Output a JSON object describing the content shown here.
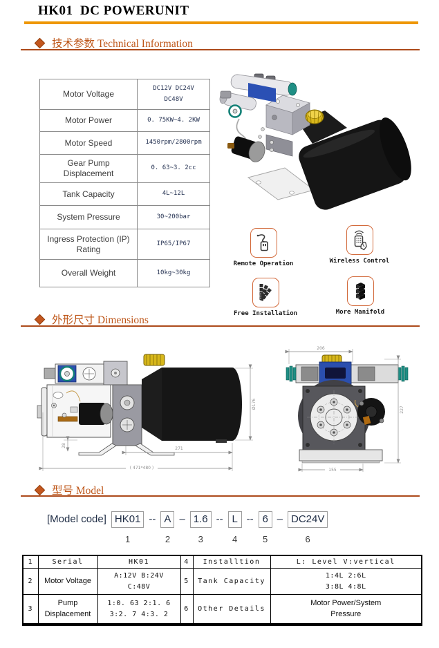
{
  "page": {
    "title": "HK01  DC POWERUNIT"
  },
  "sections": {
    "tech": {
      "cn": "技术参数",
      "en": "Technical Information"
    },
    "dims": {
      "cn": "外形尺寸",
      "en": "Dimensions"
    },
    "model": {
      "cn": "型号",
      "en": "Model"
    }
  },
  "spec_table": {
    "rows": [
      {
        "label": "Motor Voltage",
        "value": "DC12V DC24V\nDC48V"
      },
      {
        "label": "Motor Power",
        "value": "0. 75KW~4. 2KW"
      },
      {
        "label": "Motor Speed",
        "value": "1450rpm/2800rpm"
      },
      {
        "label": "Gear Pump Displacement",
        "value": "0. 63~3. 2cc"
      },
      {
        "label": "Tank Capacity",
        "value": "4L~12L"
      },
      {
        "label": "System Pressure",
        "value": "30~200bar"
      },
      {
        "label": "Ingress Protection (IP) Rating",
        "value": "IP65/IP67"
      },
      {
        "label": "Overall Weight",
        "value": "10kg~30kg"
      }
    ]
  },
  "features": [
    {
      "icon": "usb-plug-icon",
      "label": "Remote Operation"
    },
    {
      "icon": "remote-control-icon",
      "label": "Wireless Control"
    },
    {
      "icon": "color-swatches-icon",
      "label": "Free Installation"
    },
    {
      "icon": "stacked-blocks-icon",
      "label": "More Manifold"
    }
  ],
  "drawings": {
    "side_view": {
      "length": "271",
      "overall": "( 471*480 )",
      "diameter": "Ø176",
      "foot": "28"
    },
    "front_view": {
      "width": "206",
      "height": "227",
      "base": "155"
    }
  },
  "model_code": {
    "label": "[Model code]",
    "separators": [
      "--",
      "–",
      "--",
      "--",
      "–"
    ],
    "segments": [
      {
        "code": "HK01",
        "num": "1"
      },
      {
        "code": "A",
        "num": "2"
      },
      {
        "code": "1.6",
        "num": "3"
      },
      {
        "code": "L",
        "num": "4"
      },
      {
        "code": "6",
        "num": "5"
      },
      {
        "code": "DC24V",
        "num": "6"
      }
    ]
  },
  "model_table": {
    "rows": [
      {
        "n1": "1",
        "k1": "Serial",
        "v1": "HK01",
        "n2": "4",
        "k2": "Installtion",
        "v2": "L: Level V:vertical"
      },
      {
        "n1": "2",
        "k1": "Motor Voltage",
        "v1": "A:12V B:24V\nC:48V",
        "n2": "5",
        "k2": "Tank Capacity",
        "v2": "1:4L 2:6L\n3:8L 4:8L"
      },
      {
        "n1": "3",
        "k1": "Pump\nDisplacement",
        "v1": "1:0. 63 2:1. 6\n3:2. 7 4:3. 2",
        "n2": "6",
        "k2": "Other Details",
        "v2": "Motor Power/System\nPressure"
      }
    ]
  },
  "colors": {
    "accent_orange": "#C3571F",
    "rule_orange": "#EE9703",
    "navy_text": "#1F2D45"
  }
}
